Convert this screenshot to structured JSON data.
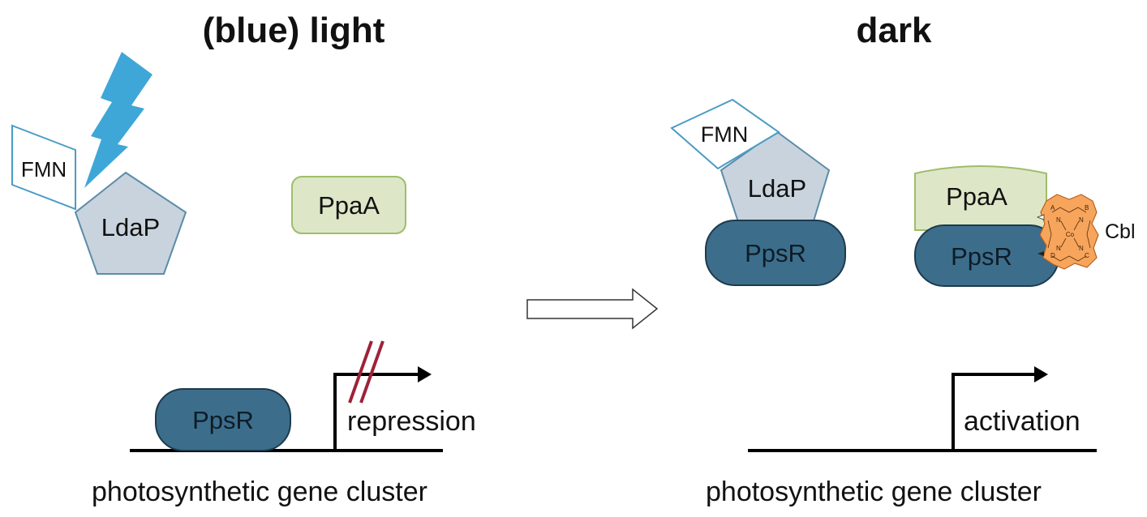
{
  "light_panel": {
    "title": "(blue) light",
    "fmn_label": "FMN",
    "ldap_label": "LdaP",
    "ppaa_label": "PpaA",
    "ppsr_label": "PpsR",
    "promoter_effect": "repression",
    "gene_label": "photosynthetic gene cluster"
  },
  "dark_panel": {
    "title": "dark",
    "fmn_label": "FMN",
    "ldap_label": "LdaP",
    "ppsr_ldap_label": "PpsR",
    "ppaa_label": "PpaA",
    "ppsr_ppaa_label": "PpsR",
    "cbl": {
      "label": "Cbl",
      "core": "Co",
      "ring_a": "A",
      "ring_b": "B",
      "ring_c": "C",
      "ring_d": "D",
      "nitrogen": "N"
    },
    "promoter_effect": "activation",
    "gene_label": "photosynthetic gene cluster"
  },
  "colors": {
    "light_bolt": "#3ea7d8",
    "ldap_fill": "#c8d3dd",
    "ppaa_fill": "#dde7c7",
    "ppsr_fill": "#3c6e8c",
    "cbl_fill": "#f7a55c",
    "block_slash": "#9e2238",
    "transition_arrow_fill": "#ffffff"
  },
  "icons": {
    "light": "lightning-bolt-icon",
    "transition": "right-arrow-icon"
  }
}
